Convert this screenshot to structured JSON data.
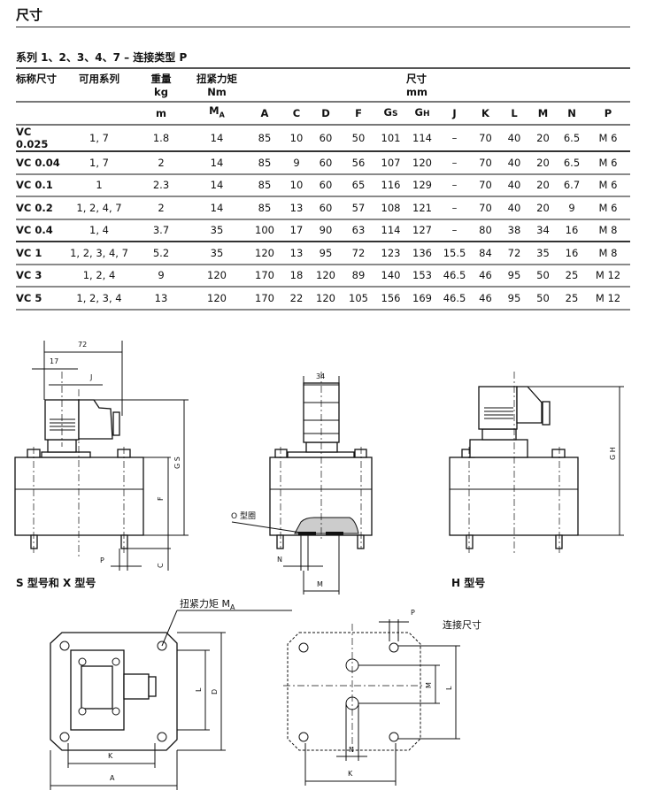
{
  "title": "尺寸",
  "subtitle": "系列 1、2、3、4、7 – 连接类型 P",
  "table": {
    "header1": {
      "size": "标称尺寸",
      "series": "可用系列",
      "weight": "重量",
      "weight_unit": "kg",
      "torque": "扭紧力矩",
      "torque_unit": "Nm",
      "dims": "尺寸",
      "dims_unit": "mm"
    },
    "header2": {
      "m": "m",
      "ma": "M",
      "ma_sub": "A",
      "A": "A",
      "C": "C",
      "D": "D",
      "F": "F",
      "Gs": "G",
      "Gs_sub": "S",
      "Gh": "G",
      "Gh_sub": "H",
      "J": "J",
      "K": "K",
      "L": "L",
      "M": "M",
      "N": "N",
      "P": "P"
    },
    "rows": [
      [
        "VC 0.025",
        "1, 7",
        "1.8",
        "14",
        "85",
        "10",
        "60",
        "50",
        "101",
        "114",
        "–",
        "70",
        "40",
        "20",
        "6.5",
        "M 6"
      ],
      [
        "VC 0.04",
        "1, 7",
        "2",
        "14",
        "85",
        "9",
        "60",
        "56",
        "107",
        "120",
        "–",
        "70",
        "40",
        "20",
        "6.5",
        "M 6"
      ],
      [
        "VC 0.1",
        "1",
        "2.3",
        "14",
        "85",
        "10",
        "60",
        "65",
        "116",
        "129",
        "–",
        "70",
        "40",
        "20",
        "6.7",
        "M 6"
      ],
      [
        "VC 0.2",
        "1, 2, 4, 7",
        "2",
        "14",
        "85",
        "13",
        "60",
        "57",
        "108",
        "121",
        "–",
        "70",
        "40",
        "20",
        "9",
        "M 6"
      ],
      [
        "VC 0.4",
        "1, 4",
        "3.7",
        "35",
        "100",
        "17",
        "90",
        "63",
        "114",
        "127",
        "–",
        "80",
        "38",
        "34",
        "16",
        "M 8"
      ],
      [
        "VC 1",
        "1, 2, 3, 4, 7",
        "5.2",
        "35",
        "120",
        "13",
        "95",
        "72",
        "123",
        "136",
        "15.5",
        "84",
        "72",
        "35",
        "16",
        "M 8"
      ],
      [
        "VC 3",
        "1, 2, 4",
        "9",
        "120",
        "170",
        "18",
        "120",
        "89",
        "140",
        "153",
        "46.5",
        "46",
        "95",
        "50",
        "25",
        "M 12"
      ],
      [
        "VC 5",
        "1, 2, 3, 4",
        "13",
        "120",
        "170",
        "22",
        "120",
        "105",
        "156",
        "169",
        "46.5",
        "46",
        "95",
        "50",
        "25",
        "M 12"
      ]
    ]
  },
  "drawings": {
    "left": {
      "dim72": "72",
      "dim17": "17",
      "J": "J",
      "Gs": "G S",
      "F": "F",
      "C": "C",
      "P": "P",
      "caption": "S 型号和 X 型号"
    },
    "middle": {
      "dim34": "34",
      "oring": "O 型圈",
      "N": "N",
      "M": "M"
    },
    "right": {
      "Gh": "G H",
      "caption": "H 型号"
    },
    "bottom_left": {
      "torque": "扭紧力矩 M",
      "torque_sub": "A",
      "K": "K",
      "A": "A",
      "L": "L",
      "D": "D"
    },
    "bottom_right": {
      "label": "连接尺寸",
      "P": "P",
      "M": "M",
      "L": "L",
      "N": "N",
      "K": "K"
    }
  }
}
